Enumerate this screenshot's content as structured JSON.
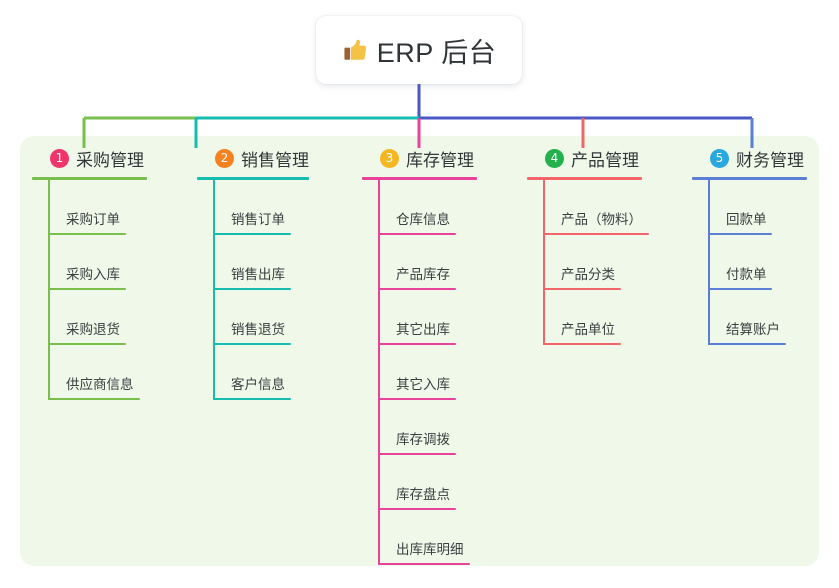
{
  "root": {
    "icon": "thumbs-up-icon",
    "label": "ERP 后台"
  },
  "palette": {
    "panel_background": "#eff8e9",
    "page_background": "#ffffff",
    "root_text": "#2f3437",
    "branch_text": "#32373a",
    "leaf_text": "#3a3f42",
    "root_stem": "#4a57c4"
  },
  "branches": [
    {
      "index": "1",
      "title": "采购管理",
      "badge_color": "#f0356b",
      "line_color": "#78bf4e",
      "bus_color": "#78bf4e",
      "children": [
        {
          "label": "采购订单"
        },
        {
          "label": "采购入库"
        },
        {
          "label": "采购退货"
        },
        {
          "label": "供应商信息"
        }
      ]
    },
    {
      "index": "2",
      "title": "销售管理",
      "badge_color": "#f5821f",
      "line_color": "#17bcb0",
      "bus_color": "#17bcb0",
      "children": [
        {
          "label": "销售订单"
        },
        {
          "label": "销售出库"
        },
        {
          "label": "销售退货"
        },
        {
          "label": "客户信息"
        }
      ]
    },
    {
      "index": "3",
      "title": "库存管理",
      "badge_color": "#f5b721",
      "line_color": "#e8439a",
      "bus_color": "#4a57c4",
      "children": [
        {
          "label": "仓库信息"
        },
        {
          "label": "产品库存"
        },
        {
          "label": "其它出库"
        },
        {
          "label": "其它入库"
        },
        {
          "label": "库存调拨"
        },
        {
          "label": "库存盘点"
        },
        {
          "label": "出库库明细"
        }
      ]
    },
    {
      "index": "4",
      "title": "产品管理",
      "badge_color": "#22b14c",
      "line_color": "#f2666b",
      "bus_color": "#4a57c4",
      "children": [
        {
          "label": "产品（物料）"
        },
        {
          "label": "产品分类"
        },
        {
          "label": "产品单位"
        }
      ]
    },
    {
      "index": "5",
      "title": "财务管理",
      "badge_color": "#29a8e0",
      "line_color": "#5b7fd4",
      "bus_color": "#4a57c4",
      "children": [
        {
          "label": "回款单"
        },
        {
          "label": "付款单"
        },
        {
          "label": "结算账户"
        }
      ]
    }
  ]
}
